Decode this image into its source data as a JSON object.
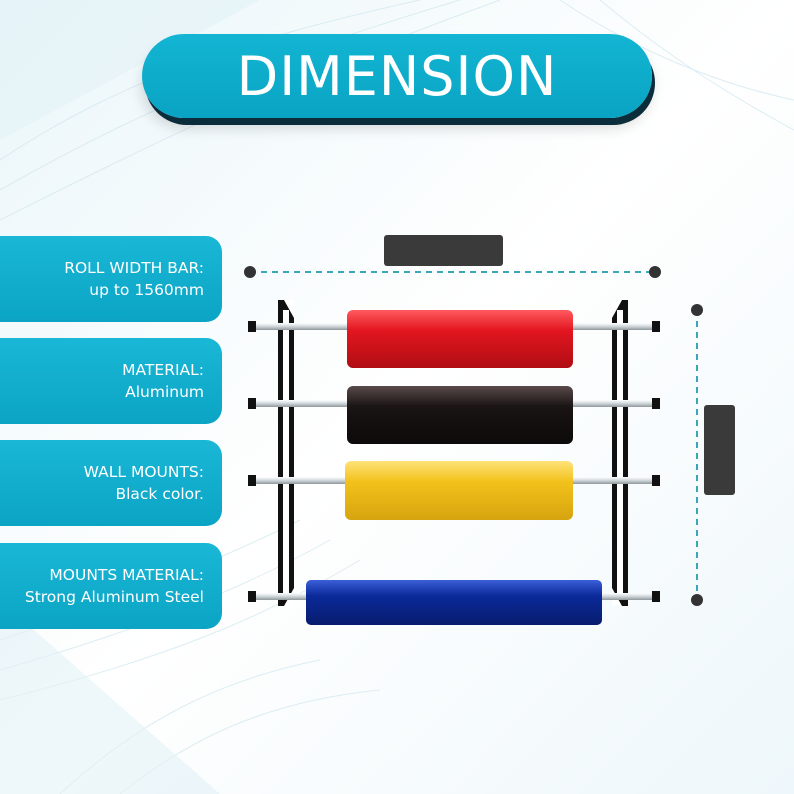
{
  "title": "DIMENSION",
  "specs": [
    {
      "name": "ROLL WIDTH BAR:",
      "value": "up to 1560mm"
    },
    {
      "name": "MATERIAL:",
      "value": "Aluminum"
    },
    {
      "name": "WALL MOUNTS:",
      "value": "Black color."
    },
    {
      "name": "MOUNTS  MATERIAL:",
      "value": "Strong Aluminum Steel"
    }
  ],
  "colors": {
    "accent": "#0fb0cf",
    "title_shadow": "#0b2c3a",
    "roll_red": "#e3161f",
    "roll_black": "#1a1414",
    "roll_yellow": "#f2c21b",
    "roll_blue": "#0b2a9a",
    "dimension_line": "#3aa6b8",
    "dimension_tag": "#3a3a3a"
  },
  "rolls": [
    {
      "color_name": "red"
    },
    {
      "color_name": "black"
    },
    {
      "color_name": "yellow"
    },
    {
      "color_name": "blue"
    }
  ]
}
